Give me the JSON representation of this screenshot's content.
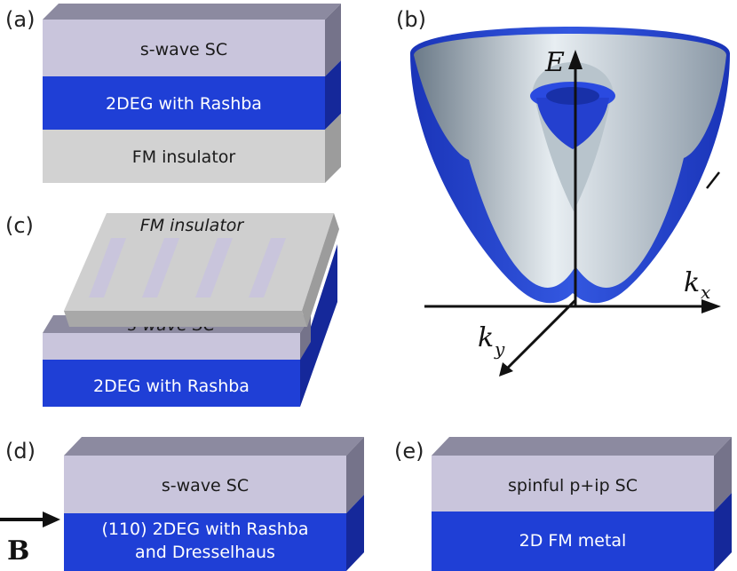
{
  "panels": {
    "a": {
      "label": "(a)",
      "layers": [
        "s-wave SC",
        "2DEG with Rashba",
        "FM insulator"
      ]
    },
    "b": {
      "label": "(b)",
      "axes": {
        "E": "E",
        "kx": "k",
        "kx_sub": "x",
        "ky": "k",
        "ky_sub": "y"
      }
    },
    "c": {
      "label": "(c)",
      "layers": [
        "FM insulator",
        "s-wave SC",
        "2DEG with Rashba"
      ]
    },
    "d": {
      "label": "(d)",
      "layers": [
        "s-wave SC",
        "(110) 2DEG with Rashba",
        "and Dresselhaus"
      ],
      "field": "B"
    },
    "e": {
      "label": "(e)",
      "layers": [
        "spinful p+ip SC",
        "2D FM metal"
      ]
    }
  },
  "colors": {
    "sc": "#c9c5dc",
    "sc_top": "#8c8aa0",
    "sc_side": "#75738a",
    "rashba": "#1f3fd6",
    "rashba_side": "#15289a",
    "fm": "#d2d2d2",
    "fm_side": "#9c9c9c"
  }
}
